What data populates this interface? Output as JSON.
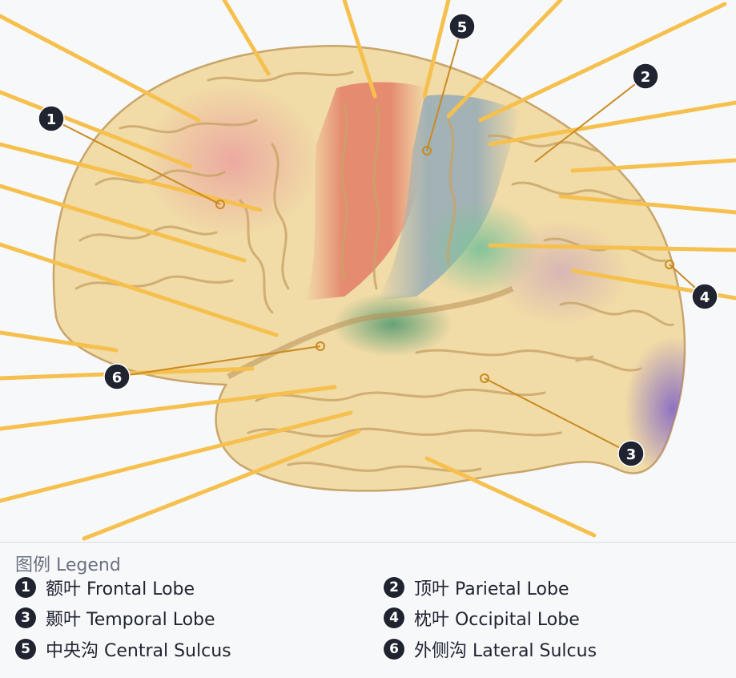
{
  "legend": {
    "title": "图例 Legend",
    "items": [
      {
        "num": "1",
        "text": "额叶 Frontal Lobe"
      },
      {
        "num": "2",
        "text": "顶叶 Parietal Lobe"
      },
      {
        "num": "3",
        "text": "颞叶 Temporal Lobe"
      },
      {
        "num": "4",
        "text": "枕叶 Occipital Lobe"
      },
      {
        "num": "5",
        "text": "中央沟 Central Sulcus"
      },
      {
        "num": "6",
        "text": "外侧沟 Lateral Sulcus"
      }
    ]
  },
  "markers": [
    {
      "num": "1",
      "name": "frontal-lobe-marker"
    },
    {
      "num": "2",
      "name": "parietal-lobe-marker"
    },
    {
      "num": "3",
      "name": "temporal-lobe-marker"
    },
    {
      "num": "4",
      "name": "occipital-lobe-marker"
    },
    {
      "num": "5",
      "name": "central-sulcus-marker"
    },
    {
      "num": "6",
      "name": "lateral-sulcus-marker"
    }
  ],
  "colors": {
    "leader_line": "#f6c04e",
    "marker_line": "#c98a22",
    "badge": "#1f2430",
    "brain_base": "#f1dba6",
    "frontal_pink": "#eeb1a4",
    "motor_strip": "#e68a6e",
    "sensory_strip": "#a7b4b7",
    "parietal_green": "#8fc49c",
    "temporal_green": "#68a880",
    "occipital_purple": "#8d6fc0"
  }
}
